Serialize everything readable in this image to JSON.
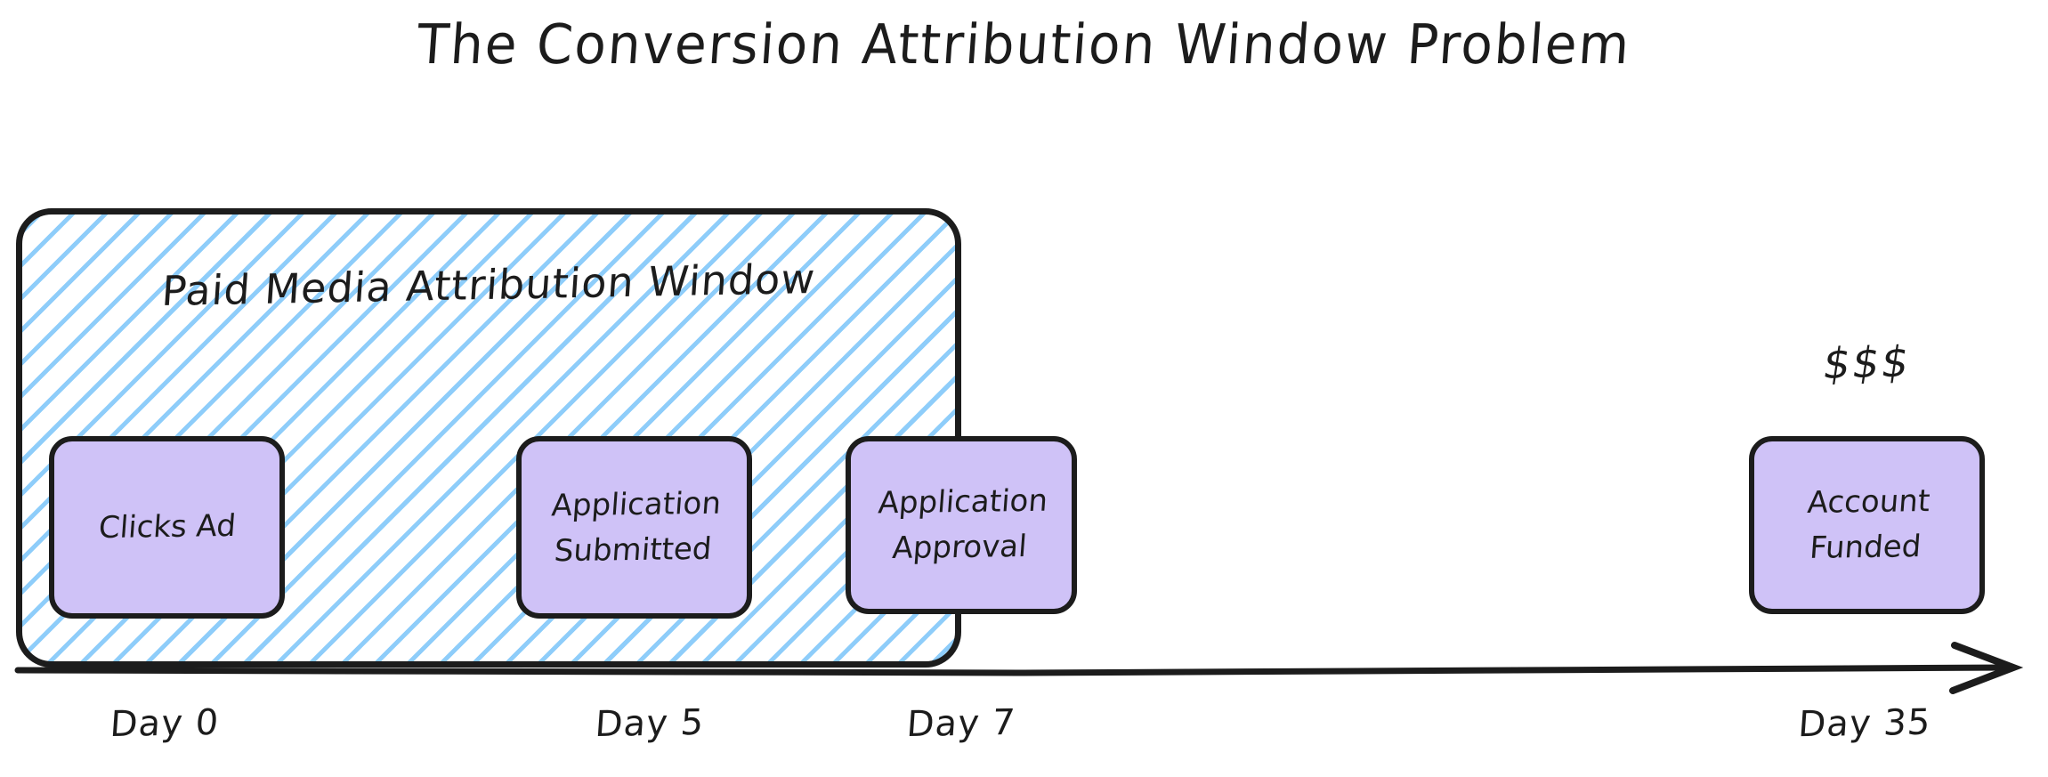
{
  "title": "The Conversion Attribution Window Problem",
  "colors": {
    "node_fill": "#CFC2F7",
    "stroke": "#1C1C1C",
    "hatch": "#8ECDFA",
    "background": "#FFFFFF"
  },
  "attribution_window": {
    "label": "Paid Media Attribution Window",
    "covers_days": [
      0,
      7
    ]
  },
  "annotations": {
    "money": "$$$"
  },
  "timeline": {
    "axis_name": "time-axis",
    "arrow_direction": "right",
    "ticks": [
      {
        "id": "day-0",
        "label": "Day 0"
      },
      {
        "id": "day-5",
        "label": "Day 5"
      },
      {
        "id": "day-7",
        "label": "Day 7"
      },
      {
        "id": "day-35",
        "label": "Day 35"
      }
    ]
  },
  "nodes": [
    {
      "id": "clicks-ad",
      "label": "Clicks Ad",
      "day": 0,
      "inside_window": true
    },
    {
      "id": "app-submitted",
      "label": "Application\nSubmitted",
      "day": 5,
      "inside_window": true
    },
    {
      "id": "app-approval",
      "label": "Application\nApproval",
      "day": 7,
      "inside_window": true
    },
    {
      "id": "account-funded",
      "label": "Account\nFunded",
      "day": 35,
      "inside_window": false
    }
  ],
  "chart_data": {
    "type": "timeline",
    "title": "The Conversion Attribution Window Problem",
    "xlabel": "",
    "ylabel": "",
    "x": [
      0,
      5,
      7,
      35
    ],
    "tick_labels": [
      "Day 0",
      "Day 5",
      "Day 7",
      "Day 35"
    ],
    "events": [
      {
        "day": 0,
        "label": "Clicks Ad",
        "in_attribution_window": true
      },
      {
        "day": 5,
        "label": "Application Submitted",
        "in_attribution_window": true
      },
      {
        "day": 7,
        "label": "Application Approval",
        "in_attribution_window": true
      },
      {
        "day": 35,
        "label": "Account Funded",
        "in_attribution_window": false,
        "annotation": "$$$"
      }
    ],
    "spans": [
      {
        "label": "Paid Media Attribution Window",
        "start_day": 0,
        "end_day": 7,
        "style": "hatched"
      }
    ],
    "xlim": [
      0,
      38
    ],
    "grid": false,
    "legend": "none"
  }
}
